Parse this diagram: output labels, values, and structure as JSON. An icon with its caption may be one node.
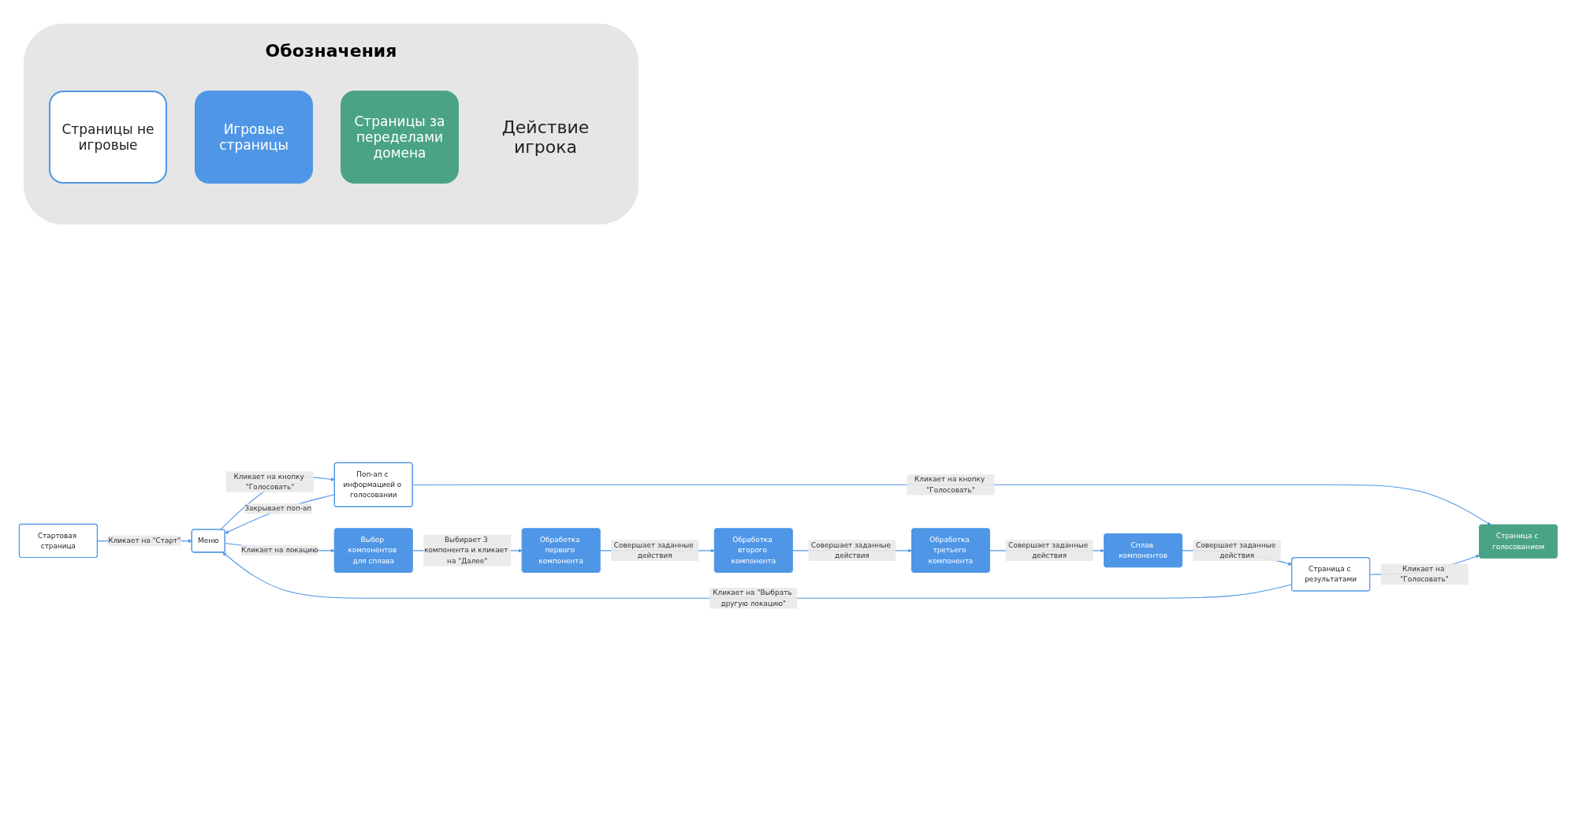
{
  "diagram": {
    "nodes": [
      {
        "text": [
          "Стартовая страница"
        ]
      },
      {
        "text": [
          "Меню"
        ]
      },
      {
        "text": [
          "Поп-ап с информацией о голосовании"
        ]
      },
      {
        "text": [
          "Страница с голосованием"
        ]
      },
      {
        "text": [
          "Выбор компонентов для сплава"
        ]
      },
      {
        "text": [
          "Обработка первого компонента"
        ]
      },
      {
        "text": [
          "Обработка второго компонента"
        ]
      },
      {
        "text": [
          "Обработка третьего компонента"
        ]
      },
      {
        "text": [
          "Сплав компонентов"
        ]
      },
      {
        "text": [
          "Страница с результатами"
        ]
      }
    ],
    "edges": [
      {
        "from": 0,
        "to": 1,
        "arrow": "to",
        "label": "Кликает на \"Старт\""
      },
      {
        "from": 1,
        "to": 2,
        "arrow": "to",
        "label": "Кликает на кнопку \"Голосовать\""
      },
      {
        "from": 2,
        "to": 1,
        "arrow": "to",
        "label": "Закрывает поп-ап"
      },
      {
        "from": 2,
        "to": 3,
        "arrow": "to",
        "label": "Кликает на кнопку \"Голосовать\""
      },
      {
        "from": 1,
        "to": 4,
        "arrow": "to",
        "label": "Кликает на локацию"
      },
      {
        "from": 4,
        "to": 5,
        "arrow": "to",
        "label": "Выбирает 3 компонента и кликает на \"Далее\""
      },
      {
        "from": 5,
        "to": 6,
        "arrow": "to",
        "label": "Совершает заданные действия"
      },
      {
        "from": 6,
        "to": 7,
        "arrow": "to",
        "label": "Совершает заданные действия"
      },
      {
        "from": 7,
        "to": 8,
        "arrow": "to",
        "label": "Совершает заданные действия"
      },
      {
        "from": 8,
        "to": 9,
        "arrow": "to",
        "label": "Совершает заданные действия"
      },
      {
        "from": 9,
        "to": 3,
        "arrow": "to",
        "label": "Кликает на \"Голосовать\""
      },
      {
        "from": 9,
        "to": 1,
        "arrow": "to",
        "label": "Кликает на \"Выбрать другую локацию\""
      }
    ],
    "labels": [
      "Обозначения"
    ],
    "legend": [
      {
        "text": "Страницы не игровые",
        "color": "#ffffff"
      },
      {
        "text": "Игровые страницы",
        "color": "#4f96e6"
      },
      {
        "text": "Страницы за переделами домена",
        "color": "#4aa387"
      },
      {
        "text": "Действие игрока"
      }
    ]
  }
}
